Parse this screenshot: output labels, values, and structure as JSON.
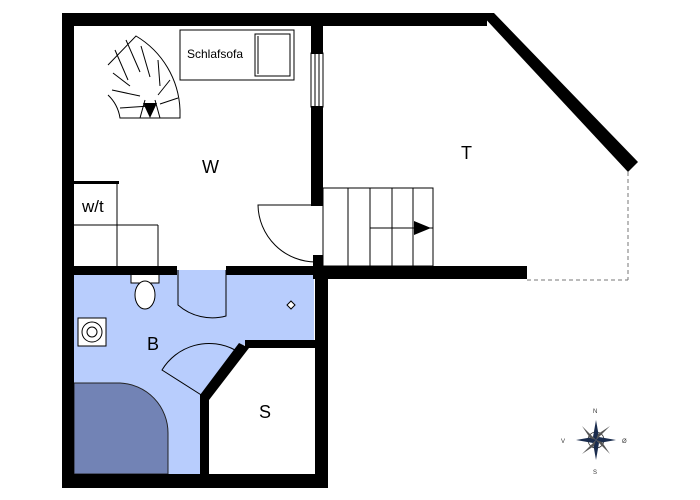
{
  "rooms": {
    "living": "W",
    "terrace": "T",
    "bath": "B",
    "storage": "S",
    "wardrobe": "w/t"
  },
  "furniture": {
    "sofa_label": "Schlafsofa"
  },
  "compass": {
    "north": "N",
    "south": "S",
    "west": "V",
    "east": "Ø"
  },
  "colors": {
    "wall": "#000000",
    "bathroom_floor": "#b8cdfd",
    "shower_tray": "#7283b5",
    "dashed_boundary": "#777777"
  },
  "icons": [
    "stair-arrow-icon",
    "toilet-icon",
    "washbasin-icon",
    "floor-drain-icon",
    "compass-rose-icon"
  ]
}
